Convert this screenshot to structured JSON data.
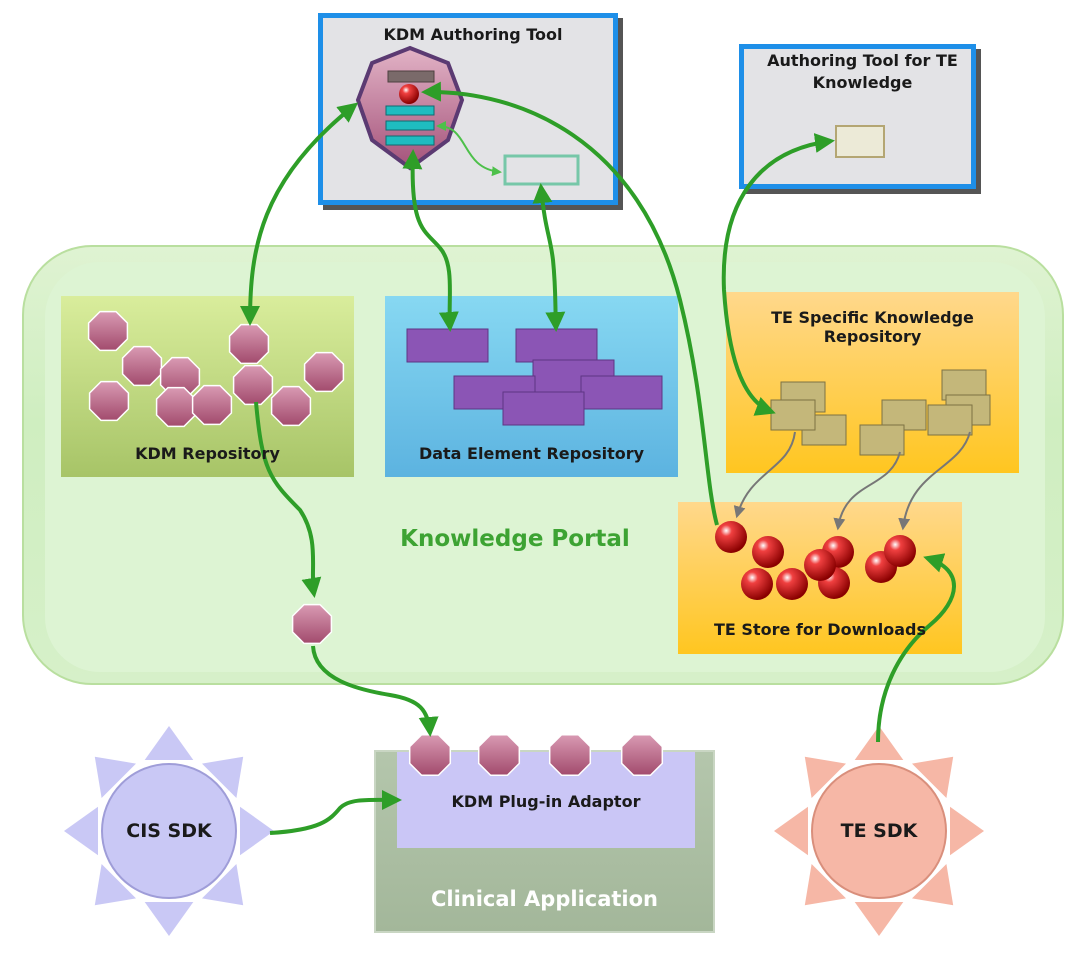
{
  "portal": {
    "title": "Knowledge Portal",
    "color": "#3da333"
  },
  "kdm_authoring_tool": {
    "title": "KDM Authoring Tool"
  },
  "te_authoring_tool": {
    "title_line1": "Authoring Tool for TE",
    "title_line2": "Knowledge"
  },
  "kdm_repository": {
    "label": "KDM Repository"
  },
  "data_element_repository": {
    "label": "Data Element Repository"
  },
  "te_knowledge_repository": {
    "label": "TE Specific Knowledge Repository"
  },
  "te_store": {
    "label": "TE Store for Downloads"
  },
  "clinical_application": {
    "label": "Clinical Application"
  },
  "kdm_plugin_adaptor": {
    "label": "KDM Plug-in Adaptor"
  },
  "cis_sdk": {
    "label": "CIS SDK"
  },
  "te_sdk": {
    "label": "TE SDK"
  },
  "colors": {
    "arrow_green": "#2e9e28",
    "frame_blue": "#1e8fe8",
    "heptagon": "#c06d8c",
    "data_block": "#8b55b5",
    "te_block": "#c4b77a",
    "red_ball": "#d3141b",
    "cis_sun": "#c9c8f5",
    "te_sun": "#f6b7a6"
  }
}
